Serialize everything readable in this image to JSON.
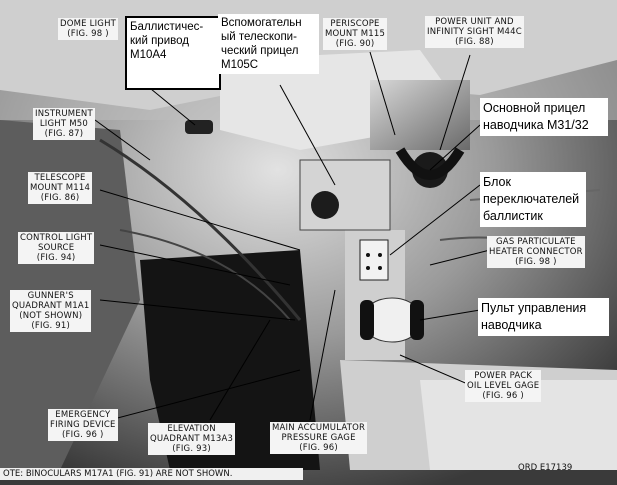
{
  "labels": {
    "dome_light": [
      "DOME LIGHT",
      "(FIG. 98 )"
    ],
    "instrument_light": [
      "INSTRUMENT",
      "LIGHT M50",
      "(FIG. 87)"
    ],
    "telescope_mount": [
      "TELESCOPE",
      "MOUNT M114",
      "(FIG. 86)"
    ],
    "control_light_source": [
      "CONTROL LIGHT",
      "SOURCE",
      "(FIG. 94)"
    ],
    "gunners_quadrant": [
      "GUNNER'S",
      "QUADRANT M1A1",
      "(NOT SHOWN)",
      "(FIG. 91)"
    ],
    "emergency_firing": [
      "EMERGENCY",
      "FIRING DEVICE",
      "(FIG. 96 )"
    ],
    "elevation_quadrant": [
      "ELEVATION",
      "QUADRANT M13A3",
      "(FIG. 93)"
    ],
    "main_accumulator": [
      "MAIN ACCUMULATOR",
      "PRESSURE GAGE",
      "(FIG. 96)"
    ],
    "periscope_mount": [
      "PERISCOPE",
      "MOUNT M115",
      "(FIG. 90)"
    ],
    "power_unit": [
      "POWER UNIT AND",
      "INFINITY SIGHT M44C",
      "(FIG. 88)"
    ],
    "gas_particulate": [
      "GAS PARTICULATE",
      "HEATER CONNECTOR",
      "(FIG. 98 )"
    ],
    "power_pack": [
      "POWER PACK",
      "OIL LEVEL GAGE",
      "(FIG. 96 )"
    ]
  },
  "russian": {
    "ballistic_drive": [
      "Баллистичес-",
      "кий привод",
      "М10А4"
    ],
    "aux_telescope": [
      "Вспомогательн",
      "ый телескопи-",
      "ческий прицел",
      "М105С"
    ],
    "main_sight": [
      "Основной прицел",
      "наводчика М31/32"
    ],
    "ballistic_switch": [
      "Блок",
      "переключателей",
      "баллистик"
    ],
    "gunner_control": [
      "Пульт управления",
      "наводчика"
    ]
  },
  "note": "OTE: BINOCULARS M17A1 (FIG. 91) ARE NOT SHOWN.",
  "ord": "ORD E17139"
}
